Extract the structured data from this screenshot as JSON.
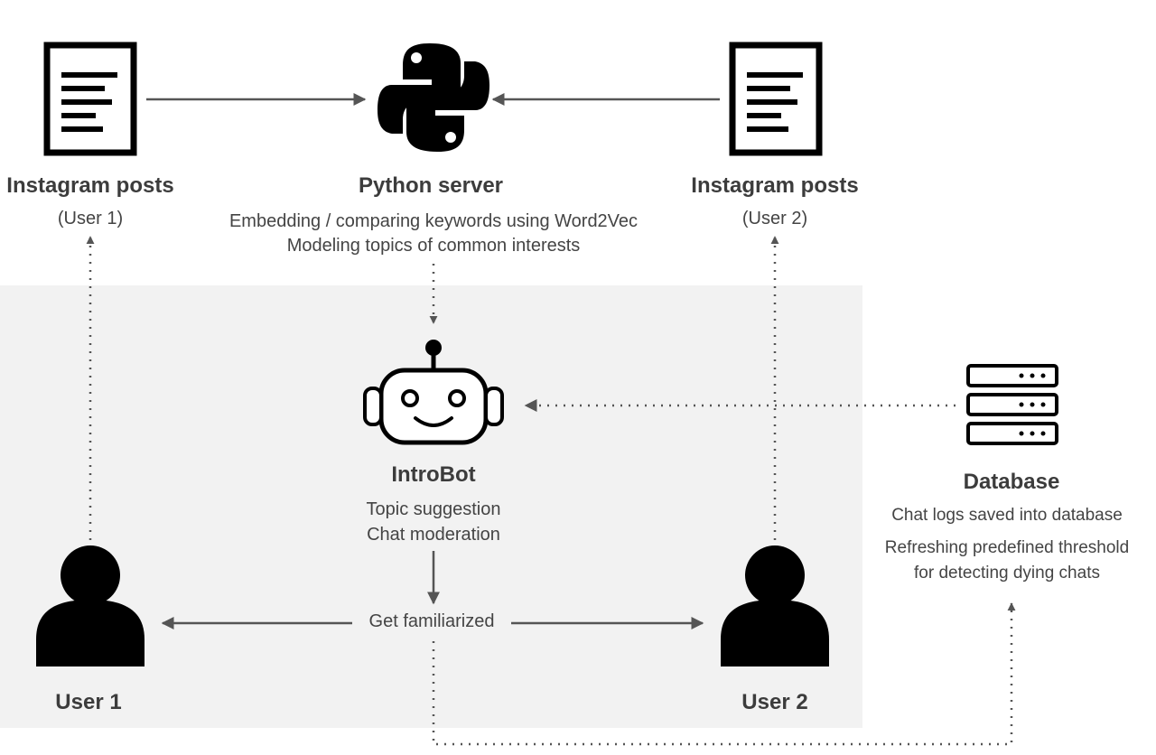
{
  "top_left": {
    "title": "Instagram posts",
    "subtitle": "(User 1)"
  },
  "top_center": {
    "title": "Python server",
    "lines": [
      "Embedding / comparing keywords using Word2Vec",
      "Modeling topics of common interests"
    ]
  },
  "top_right": {
    "title": "Instagram posts",
    "subtitle": "(User 2)"
  },
  "bot": {
    "title": "IntroBot",
    "lines": [
      "Topic suggestion",
      "Chat moderation"
    ]
  },
  "database": {
    "title": "Database",
    "lines": [
      "Chat logs saved into database",
      "Refreshing predefined threshold",
      "for detecting dying chats"
    ]
  },
  "user_left": {
    "label": "User 1"
  },
  "user_right": {
    "label": "User 2"
  },
  "edge_familiar": {
    "label": "Get familiarized"
  },
  "colors": {
    "icon": "#000000",
    "arrow": "#555555",
    "panel": "#f2f2f2",
    "text": "#3c3c3c"
  }
}
